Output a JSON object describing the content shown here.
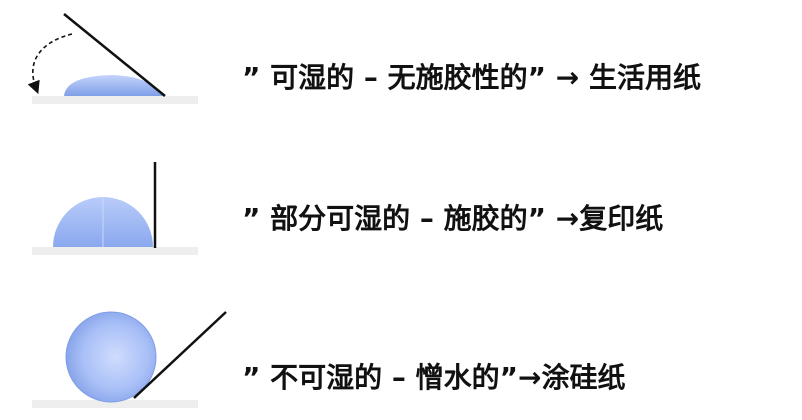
{
  "rows": [
    {
      "label": "” 可湿的 – 无施胶性的”  → 生活用纸"
    },
    {
      "label": "” 部分可湿的 – 施胶的”  →复印纸"
    },
    {
      "label": "” 不可湿的 – 憎水的”→涂硅纸"
    }
  ],
  "colors": {
    "drop_light": "#b7cbfa",
    "drop_dark": "#7f9fe8",
    "surface": "#eeeeee",
    "line": "#111111"
  }
}
